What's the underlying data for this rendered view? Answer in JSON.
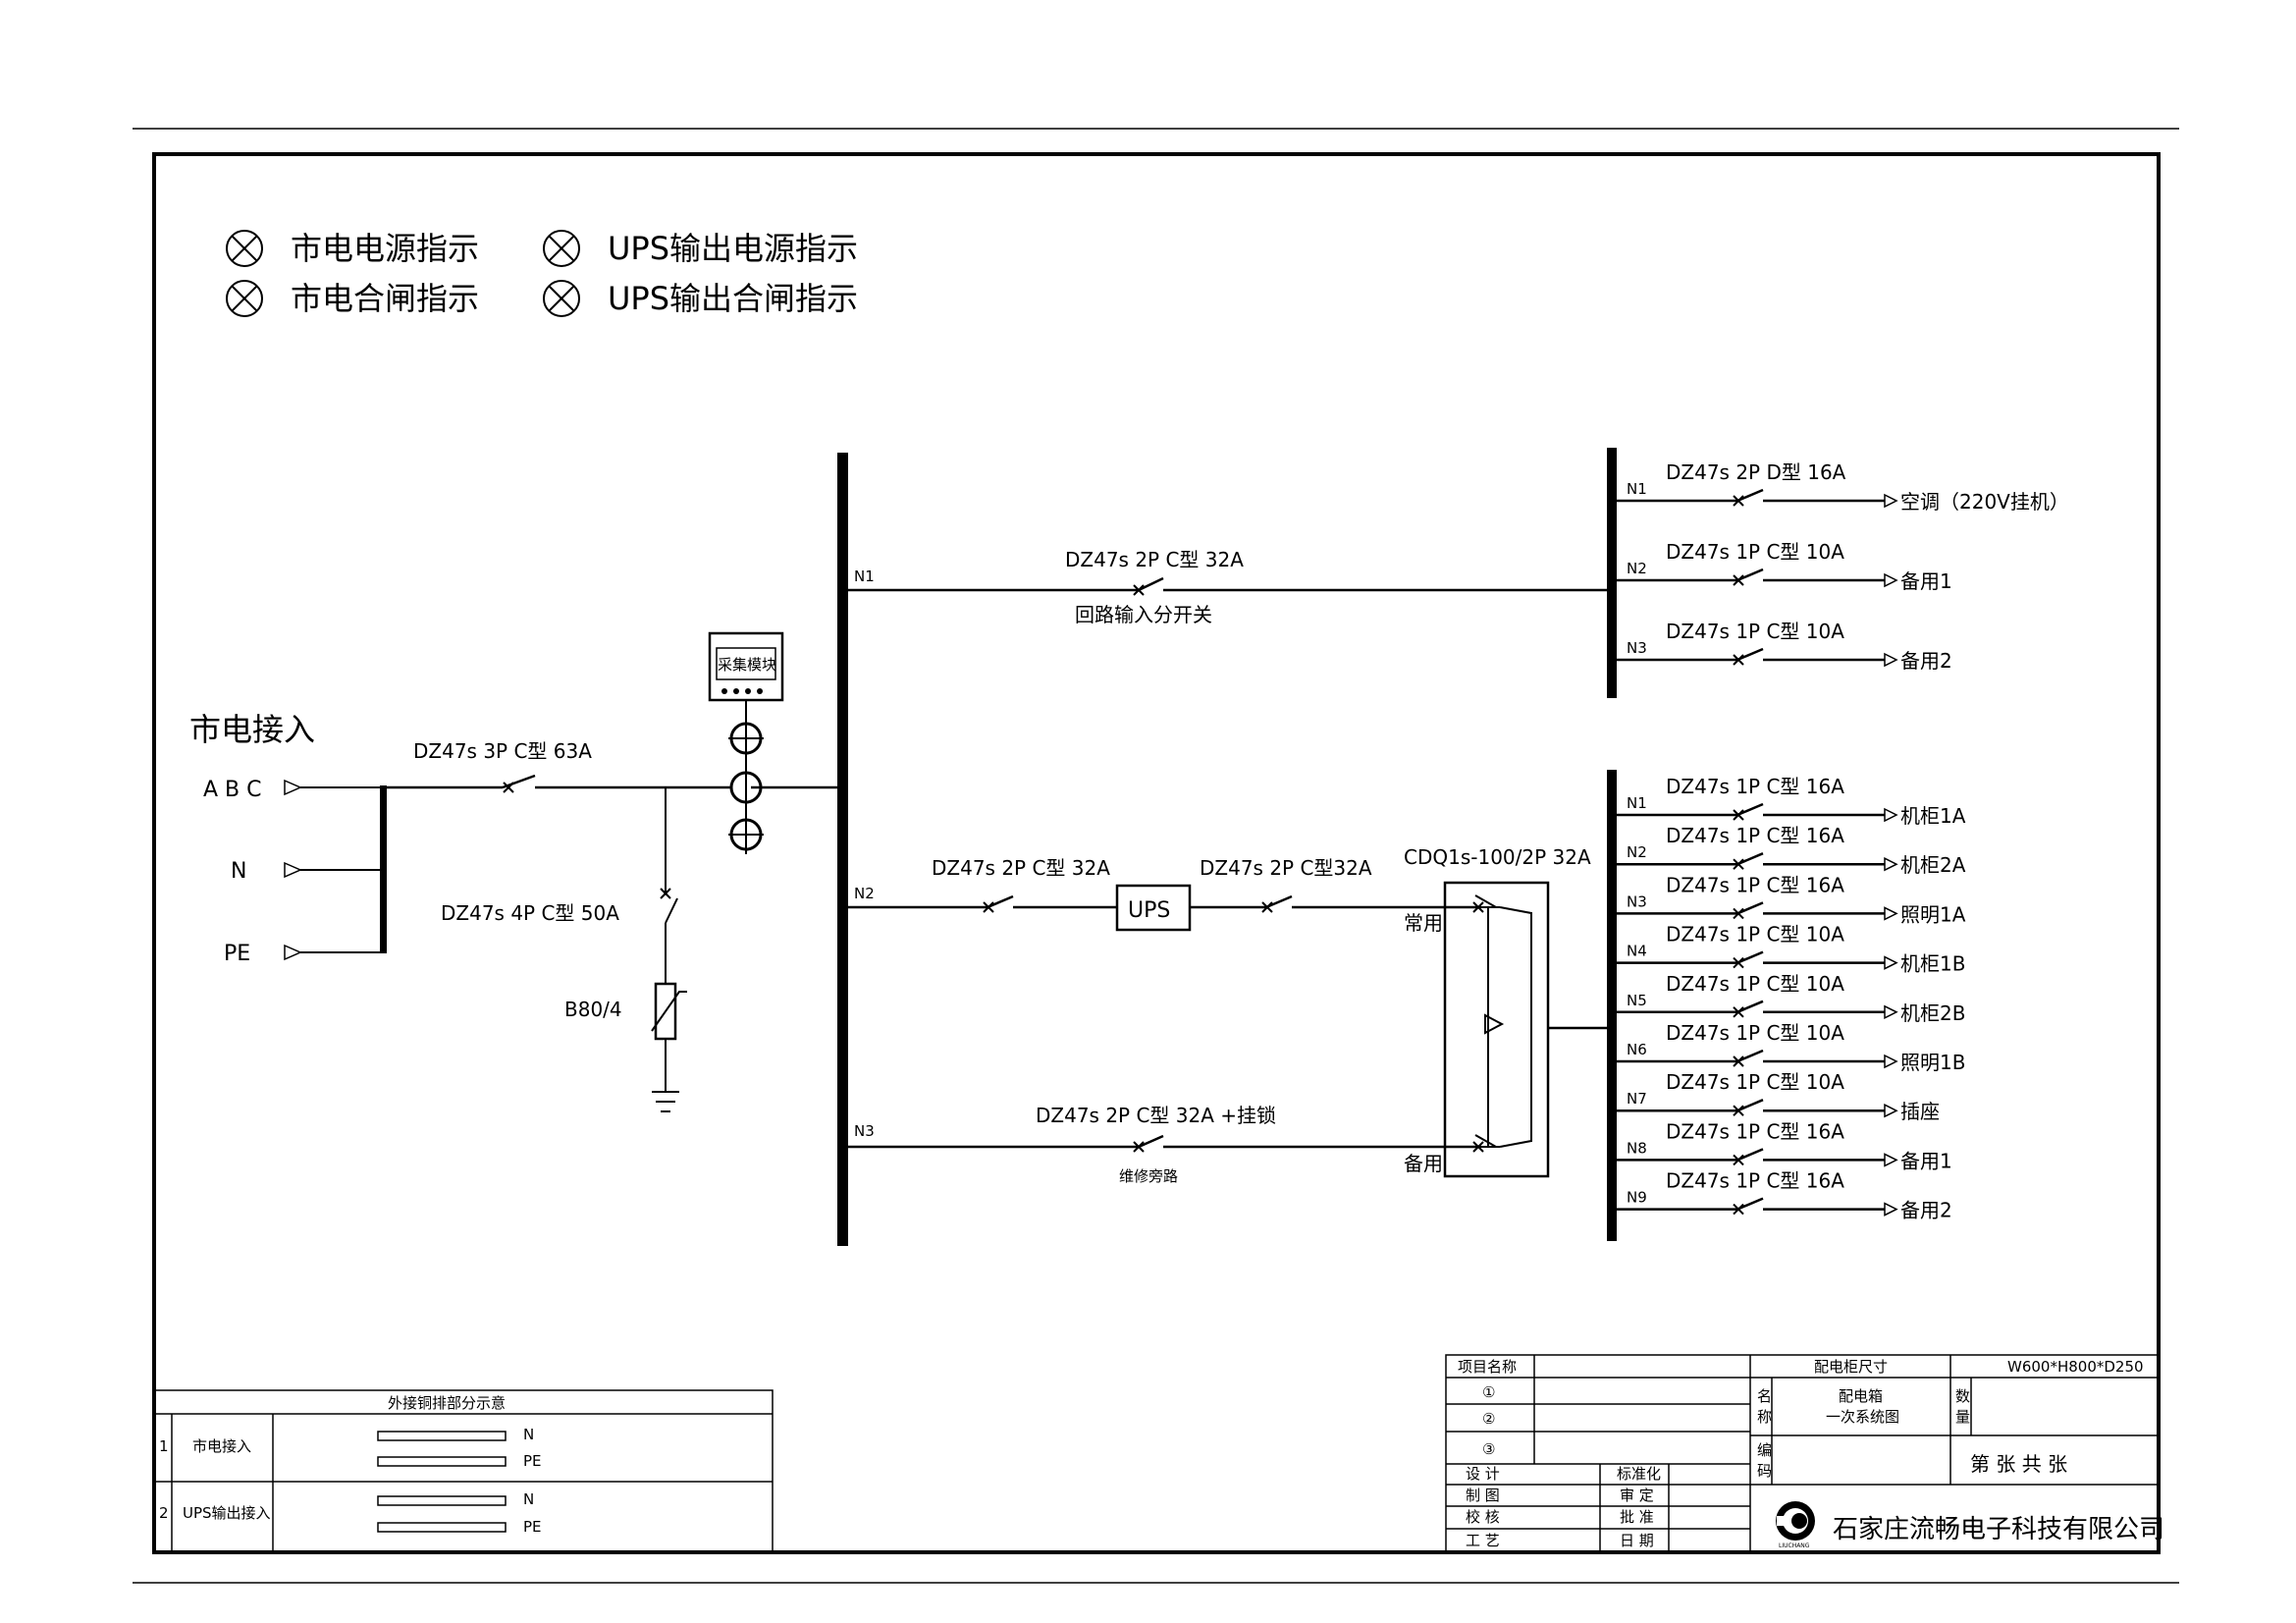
{
  "legend": {
    "mains_power": "市电电源指示",
    "ups_output_power": "UPS输出电源指示",
    "mains_closing": "市电合闸指示",
    "ups_output_closing": "UPS输出合闸指示"
  },
  "input": {
    "title": "市电接入",
    "abc": "A B C",
    "n": "N",
    "pe": "PE",
    "main_breaker": "DZ47s 3P C型 63A",
    "spd_breaker": "DZ47s 4P C型 50A",
    "spd": "B80/4",
    "module": "采集模块"
  },
  "buses": {
    "n1": "N1",
    "n2": "N2",
    "n3": "N3"
  },
  "branch1": {
    "breaker": "DZ47s 2P C型 32A",
    "caption": "回路输入分开关"
  },
  "branch2": {
    "breaker_in": "DZ47s 2P C型 32A",
    "ups": "UPS",
    "breaker_out": "DZ47s 2P C型32A",
    "ats": "CDQ1s-100/2P 32A",
    "normal": "常用",
    "standby": "备用"
  },
  "branch3": {
    "breaker": "DZ47s 2P C型 32A +挂锁",
    "caption": "维修旁路"
  },
  "top_panel": [
    {
      "n": "N1",
      "breaker": "DZ47s 2P D型 16A",
      "load": "空调（220V挂机）"
    },
    {
      "n": "N2",
      "breaker": "DZ47s 1P C型 10A",
      "load": "备用1"
    },
    {
      "n": "N3",
      "breaker": "DZ47s 1P C型 10A",
      "load": "备用2"
    }
  ],
  "ups_panel": [
    {
      "n": "N1",
      "breaker": "DZ47s 1P C型 16A",
      "load": "机柜1A"
    },
    {
      "n": "N2",
      "breaker": "DZ47s 1P C型 16A",
      "load": "机柜2A"
    },
    {
      "n": "N3",
      "breaker": "DZ47s 1P C型 16A",
      "load": "照明1A"
    },
    {
      "n": "N4",
      "breaker": "DZ47s 1P C型 10A",
      "load": "机柜1B"
    },
    {
      "n": "N5",
      "breaker": "DZ47s 1P C型 10A",
      "load": "机柜2B"
    },
    {
      "n": "N6",
      "breaker": "DZ47s 1P C型 10A",
      "load": "照明1B"
    },
    {
      "n": "N7",
      "breaker": "DZ47s 1P C型 10A",
      "load": "插座"
    },
    {
      "n": "N8",
      "breaker": "DZ47s 1P C型 16A",
      "load": "备用1"
    },
    {
      "n": "N9",
      "breaker": "DZ47s 1P C型 16A",
      "load": "备用2"
    }
  ],
  "copper_table": {
    "title": "外接铜排部分示意",
    "rows": [
      {
        "no": "1",
        "name": "市电接入",
        "bar1": "N",
        "bar2": "PE"
      },
      {
        "no": "2",
        "name": "UPS输出接入",
        "bar1": "N",
        "bar2": "PE"
      }
    ]
  },
  "title_block": {
    "project_name_label": "项目名称",
    "item1": "①",
    "item2": "②",
    "item3": "③",
    "design": "设 计",
    "draw": "制 图",
    "check": "校 核",
    "process": "工 艺",
    "standard": "标准化",
    "review": "审 定",
    "approve": "批 准",
    "date": "日 期",
    "size_label": "配电柜尺寸",
    "size_value": "W600*H800*D250",
    "name_label_1": "名",
    "name_label_2": "称",
    "name_value_1": "配电箱",
    "name_value_2": "一次系统图",
    "qty_label_1": "数",
    "qty_label_2": "量",
    "code_label_1": "编",
    "code_label_2": "码",
    "sheet": "第  张 共  张",
    "company": "石家庄流畅电子科技有限公司",
    "logo_text": "LIUCHANG"
  }
}
